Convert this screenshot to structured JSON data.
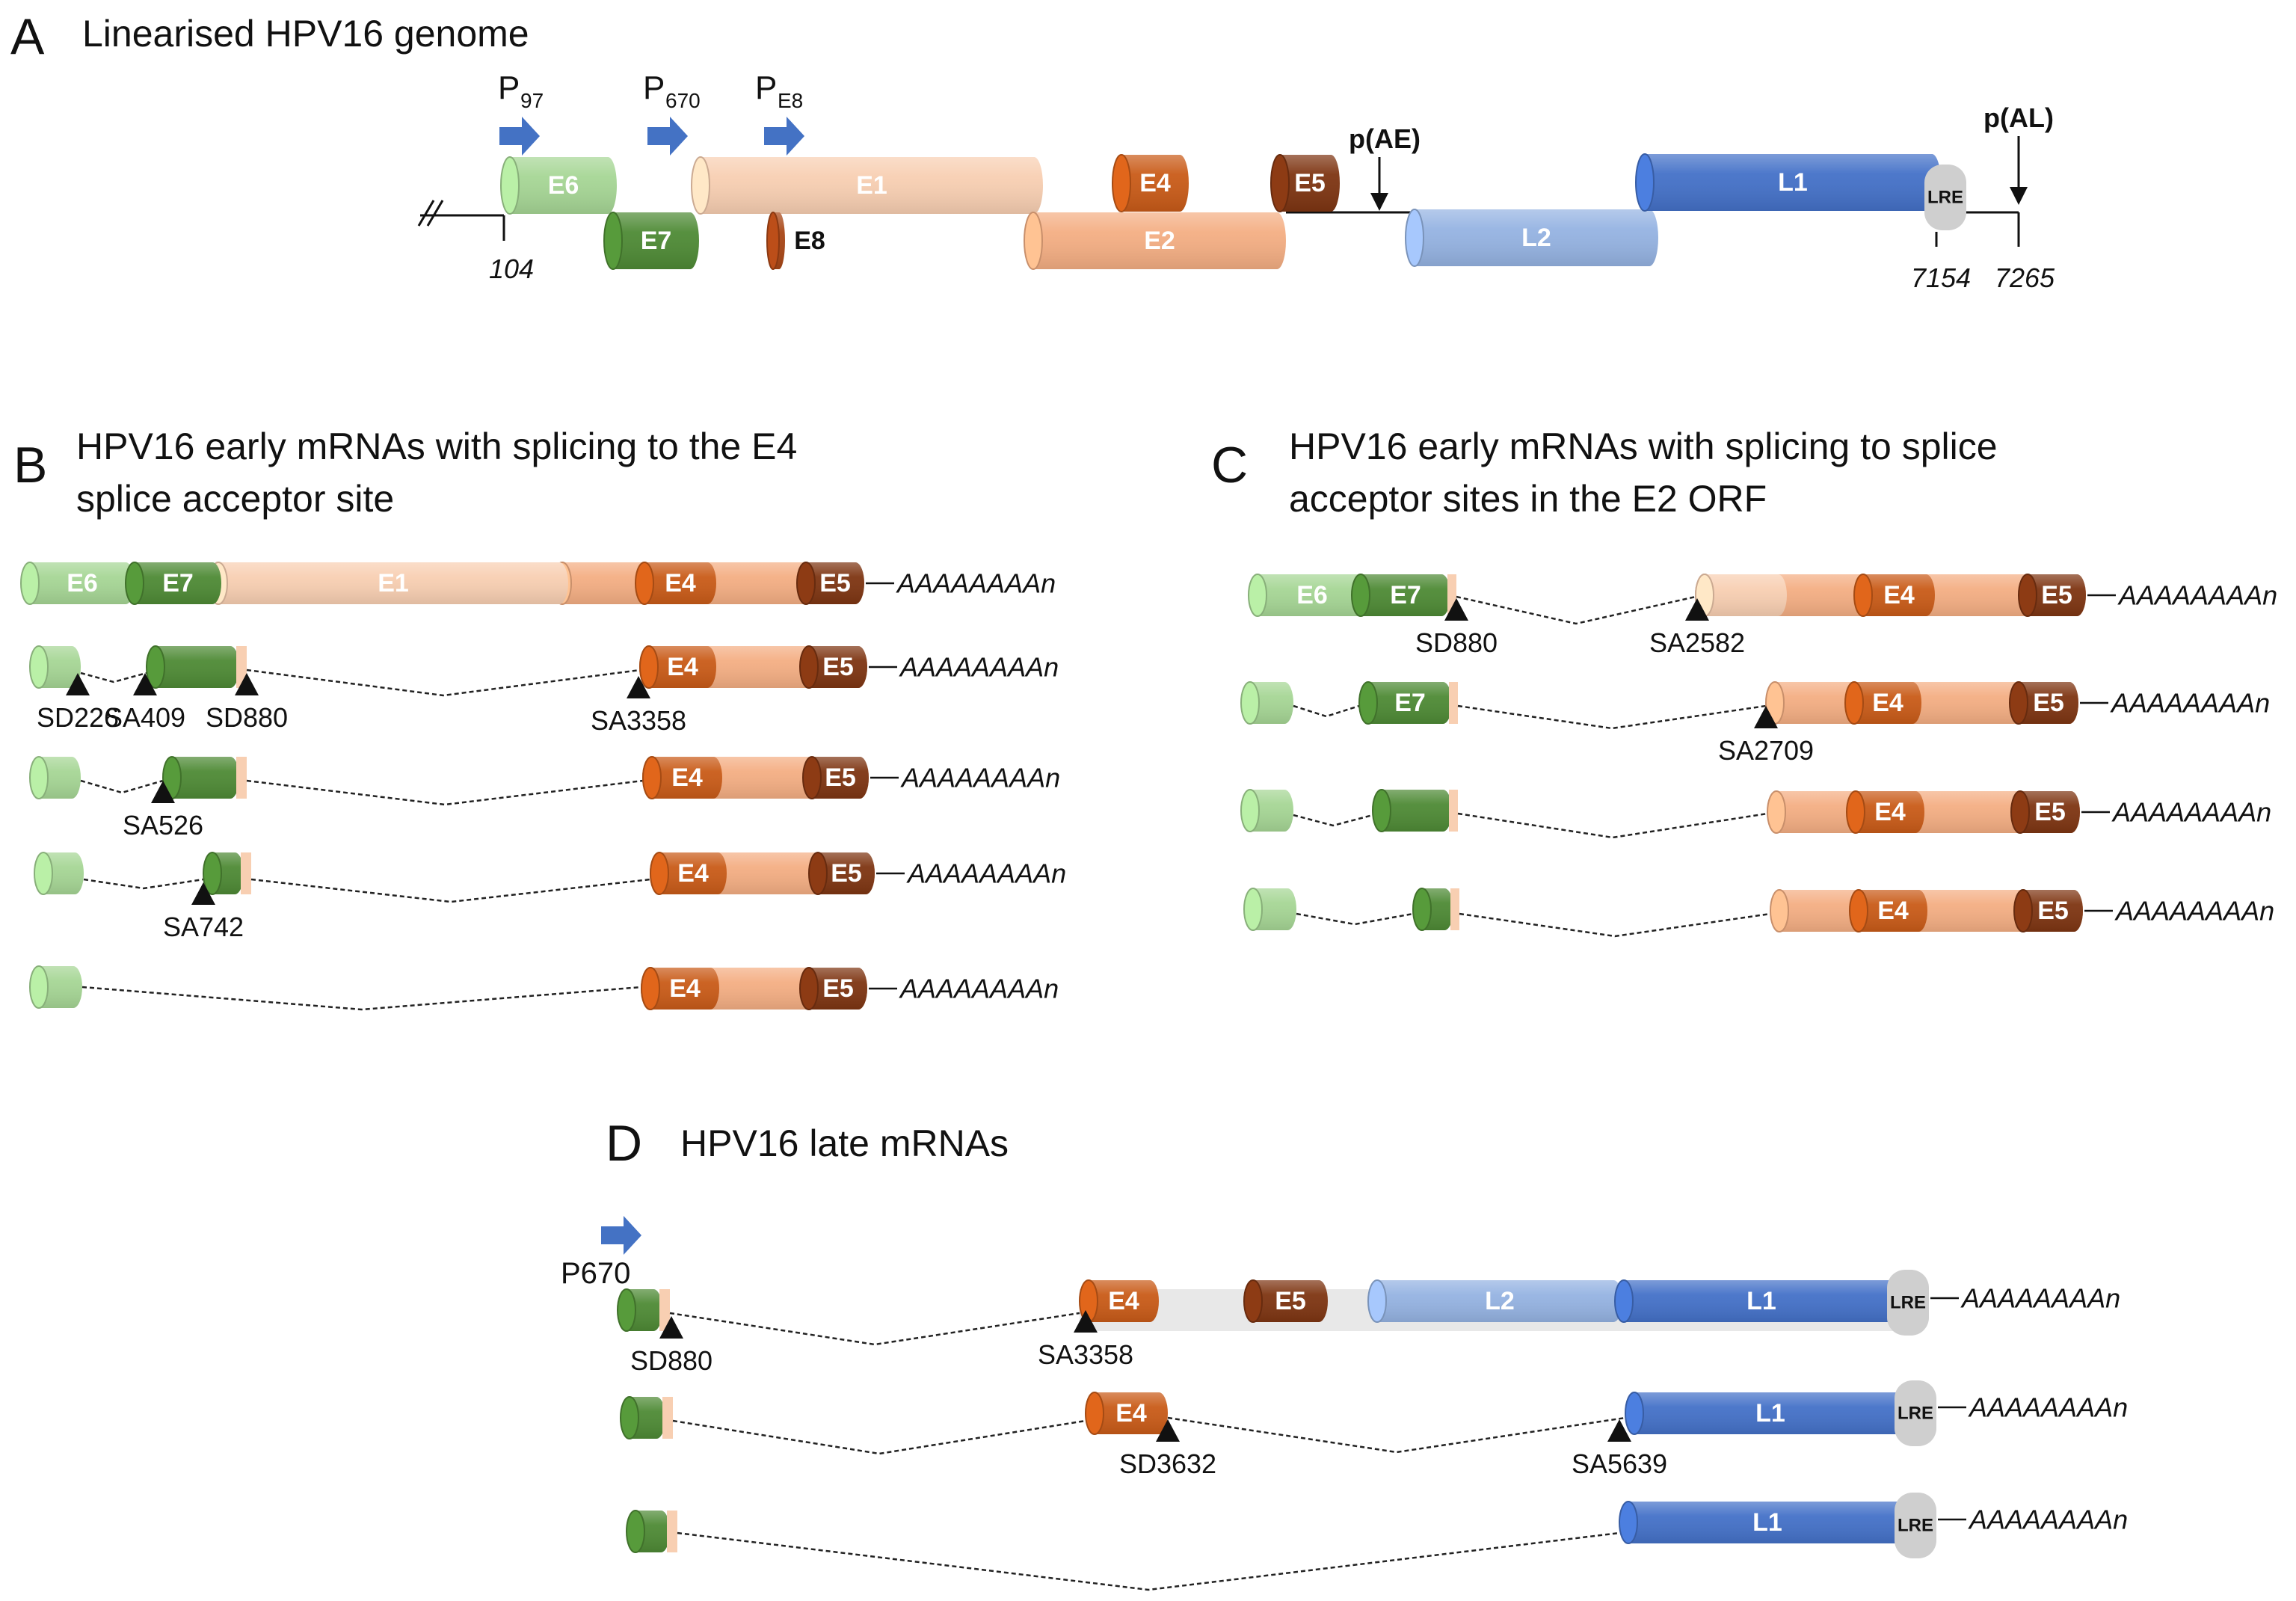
{
  "colors": {
    "e6": "#a6d695",
    "e7": "#4e8a35",
    "e1": "#f8cfb2",
    "e2": "#f4ae83",
    "e4": "#c95b18",
    "e5": "#7e3512",
    "e8": "#a84616",
    "l2": "#95b3e2",
    "l1": "#4471c8",
    "lre": "#cfcfcf",
    "gap": "#e8e8e8",
    "promoter": "#4472c4"
  },
  "panel_a": {
    "letter": "A",
    "title": "Linearised HPV16 genome",
    "promoters": [
      {
        "main": "P",
        "sub": "97"
      },
      {
        "main": "P",
        "sub": "670"
      },
      {
        "main": "P",
        "sub": "E8"
      }
    ],
    "polya_sites": [
      "p(AE)",
      "p(AL)"
    ],
    "coordinates": [
      "104",
      "7154",
      "7265"
    ],
    "orfs": [
      "E6",
      "E7",
      "E1",
      "E8",
      "E2",
      "E4",
      "E5",
      "L2",
      "L1",
      "LRE"
    ]
  },
  "panel_b": {
    "letter": "B",
    "title_line1": "HPV16 early mRNAs with splicing to the E4",
    "title_line2": "splice acceptor site",
    "sites": [
      "SD226",
      "SA409",
      "SD880",
      "SA3358",
      "SA526",
      "SA742"
    ]
  },
  "panel_c": {
    "letter": "C",
    "title_line1": "HPV16 early mRNAs with splicing to splice",
    "title_line2": "acceptor sites in the E2 ORF",
    "sites": [
      "SD880",
      "SA2582",
      "SA2709"
    ]
  },
  "panel_d": {
    "letter": "D",
    "title": "HPV16 late mRNAs",
    "promoter": "P670",
    "sites": [
      "SD880",
      "SA3358",
      "SD3632",
      "SA5639"
    ]
  },
  "labels": {
    "E6": "E6",
    "E7": "E7",
    "E1": "E1",
    "E2": "E2",
    "E4": "E4",
    "E5": "E5",
    "E8": "E8",
    "L1": "L1",
    "L2": "L2",
    "LRE": "LRE",
    "polya": "AAAAAAAAn"
  }
}
